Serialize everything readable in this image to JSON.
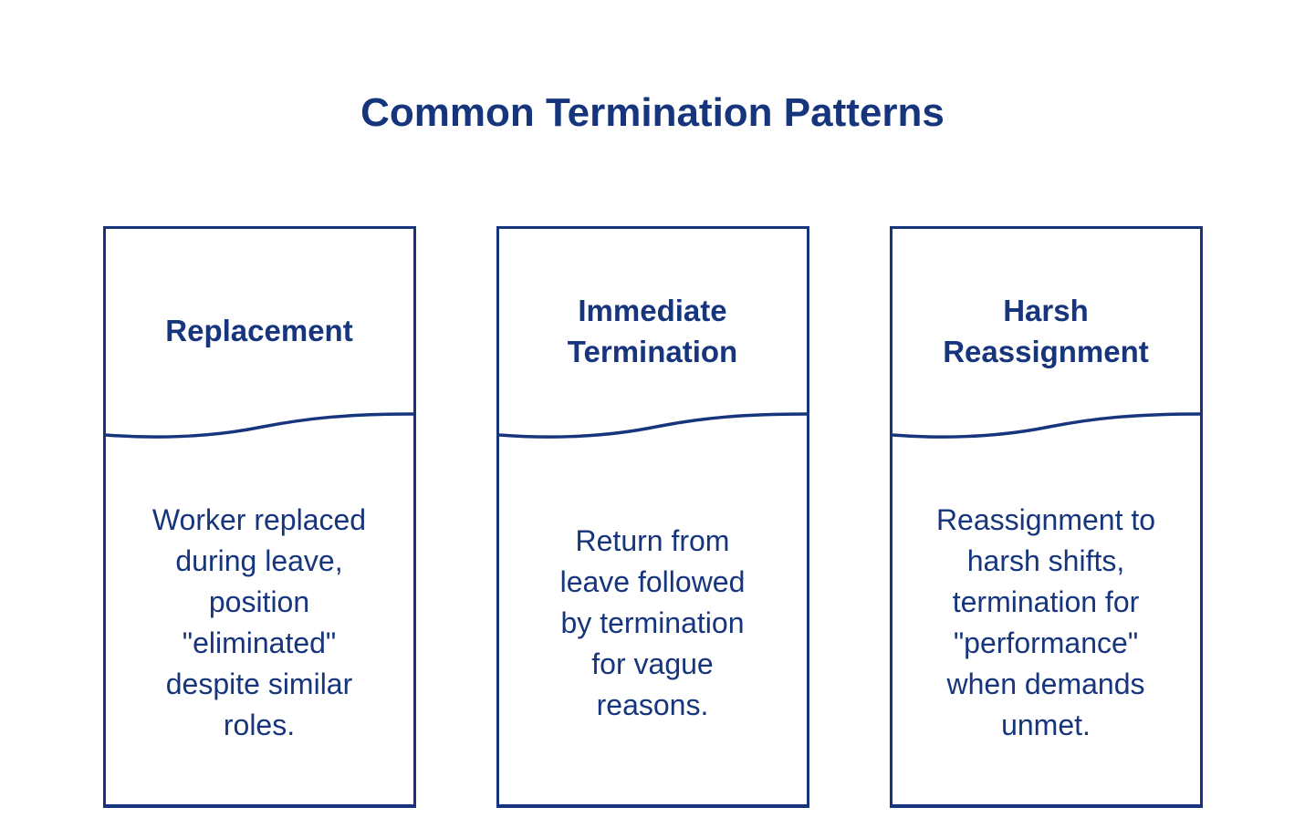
{
  "page": {
    "title": "Common Termination Patterns",
    "background_color": "#ffffff"
  },
  "colors": {
    "navy": "#16357D"
  },
  "cards": [
    {
      "title": "Replacement",
      "body": "Worker replaced\nduring leave,\nposition\n\"eliminated\"\ndespite similar\nroles."
    },
    {
      "title": "Immediate\nTermination",
      "body": "Return from\nleave followed\nby termination\nfor vague\nreasons."
    },
    {
      "title": "Harsh\nReassignment",
      "body": "Reassignment to\nharsh shifts,\ntermination for\n\"performance\"\nwhen demands\nunmet."
    }
  ]
}
